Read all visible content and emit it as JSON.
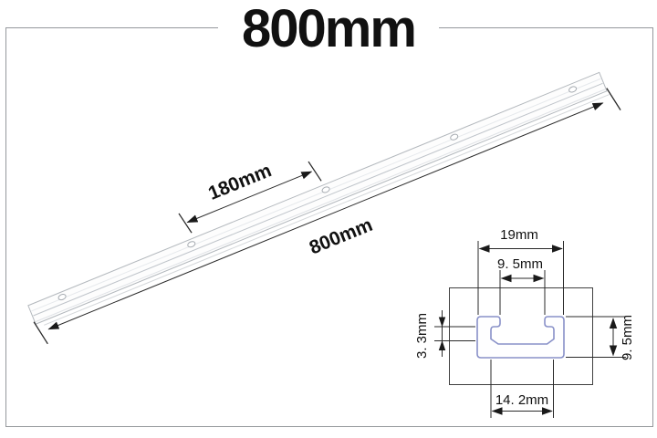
{
  "title": "800mm",
  "rail": {
    "length_label": "800mm",
    "hole_spacing_label": "180mm"
  },
  "cross_section": {
    "width_label": "19mm",
    "slot_opening_label": "9. 5mm",
    "lip_depth_label": "3. 3mm",
    "height_label": "9. 5mm",
    "channel_width_label": "14. 2mm"
  },
  "colors": {
    "profile_outline": "#8890c8",
    "dimension_line": "#2a2a2a",
    "border": "#95989c"
  }
}
